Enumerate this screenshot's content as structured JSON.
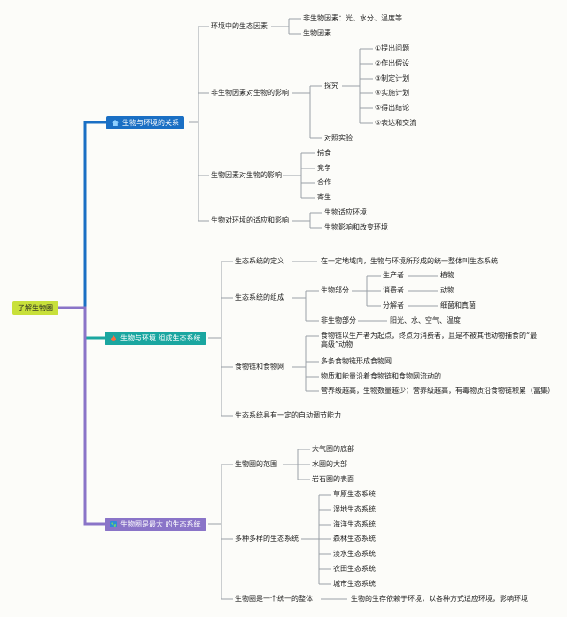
{
  "colors": {
    "root": "#c8e03a",
    "branch1": "#1a6fc4",
    "branch2": "#1aa6a0",
    "branch3": "#8a74c8",
    "line": "#9aa0a6"
  },
  "root": {
    "label": "了解生物圈"
  },
  "b1": {
    "label": "生物与环境的关系",
    "icon": "house-icon",
    "f1": {
      "label": "环境中的生态因素",
      "c1": "非生物因素：光、水分、温度等",
      "c2": "生物因素"
    },
    "f2": {
      "label": "非生物因素对生物的影响",
      "explore": "探究",
      "steps": [
        "①提出问题",
        "②作出假设",
        "③制定计划",
        "④实施计划",
        "⑤得出结论",
        "⑥表达和交流"
      ],
      "control": "对照实验"
    },
    "f3": {
      "label": "生物因素对生物的影响",
      "items": [
        "捕食",
        "竞争",
        "合作",
        "寄生"
      ]
    },
    "f4": {
      "label": "生物对环境的适应和影响",
      "items": [
        "生物适应环境",
        "生物影响和改变环境"
      ]
    }
  },
  "b2": {
    "label": "生物与环境 组成生态系统",
    "icon": "fire-icon",
    "def": {
      "label": "生态系统的定义",
      "text": "在一定地域内，生物与环境所形成的统一整体叫生态系统"
    },
    "comp": {
      "label": "生态系统的组成",
      "bio": "生物部分",
      "producer": "生产者",
      "producer_v": "植物",
      "consumer": "消费者",
      "consumer_v": "动物",
      "decomposer": "分解者",
      "decomposer_v": "细菌和真菌",
      "abio": "非生物部分",
      "abio_v": "阳光、水、空气、温度"
    },
    "food": {
      "label": "食物链和食物网",
      "items": [
        "食物链以生产者为起点，终点为消费者，且是不被其他动物捕食的“最高级”动物",
        "多条食物链形成食物网",
        "物质和能量沿着食物链和食物网流动的",
        "营养级越高，生物数量越少；营养级越高，有毒物质沿食物链积累（富集）"
      ]
    },
    "self": {
      "label": "生态系统具有一定的自动调节能力"
    }
  },
  "b3": {
    "label": "生物圈是最大 的生态系统",
    "icon": "earth-icon",
    "range": {
      "label": "生物圈的范围",
      "items": [
        "大气圈的底部",
        "水圈的大部",
        "岩石圈的表面"
      ]
    },
    "types": {
      "label": "多种多样的生态系统",
      "items": [
        "草原生态系统",
        "湿地生态系统",
        "海洋生态系统",
        "森林生态系统",
        "淡水生态系统",
        "农田生态系统",
        "城市生态系统"
      ]
    },
    "whole": {
      "label": "生物圈是一个统一的整体",
      "text": "生物的生存依赖于环境，以各种方式适应环境，影响环境"
    }
  }
}
